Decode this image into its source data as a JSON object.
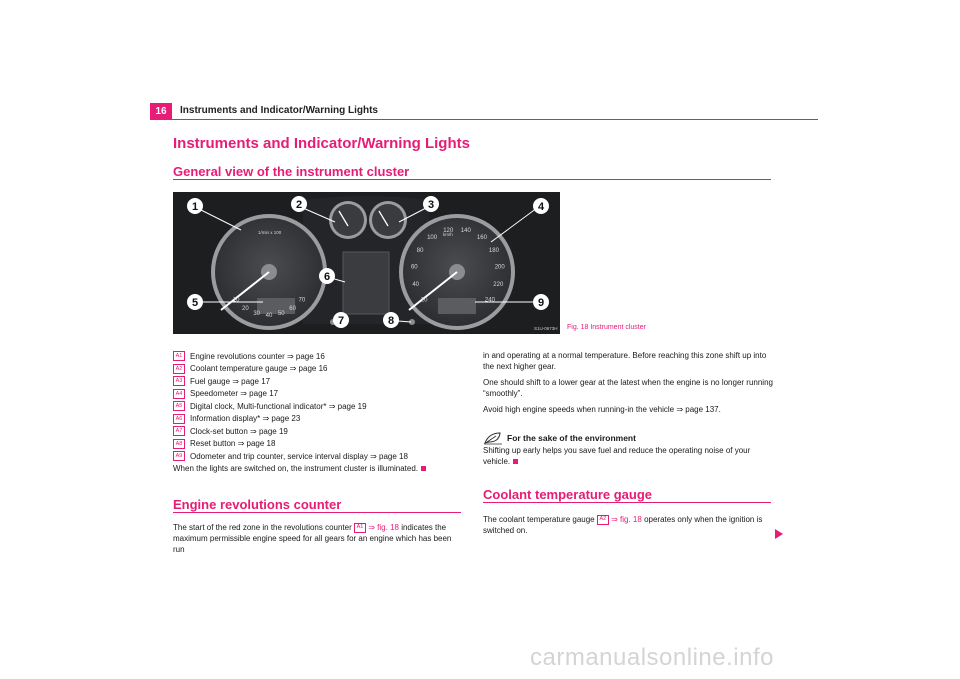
{
  "header": {
    "page_number": "16",
    "running_title": "Instruments and Indicator/Warning Lights"
  },
  "title": "Instruments and Indicator/Warning Lights",
  "section1": {
    "heading": "General view of the instrument cluster"
  },
  "figure": {
    "caption": "Fig. 18  Instrument cluster",
    "code": "S1U-0673H",
    "callouts": [
      "1",
      "2",
      "3",
      "4",
      "5",
      "6",
      "7",
      "8",
      "9"
    ],
    "tacho_label": "1/min x 100",
    "speedo_label": "km/h",
    "tacho_ticks": [
      "10",
      "20",
      "30",
      "40",
      "50",
      "60",
      "70"
    ],
    "speedo_ticks": [
      "20",
      "40",
      "60",
      "80",
      "100",
      "120",
      "140",
      "160",
      "180",
      "200",
      "220",
      "240"
    ]
  },
  "items": [
    {
      "badge": "A1",
      "text": "Engine revolutions counter ⇒ page 16"
    },
    {
      "badge": "A2",
      "text": "Coolant temperature gauge ⇒ page 16"
    },
    {
      "badge": "A3",
      "text": "Fuel gauge ⇒ page 17"
    },
    {
      "badge": "A4",
      "text": "Speedometer ⇒ page 17"
    },
    {
      "badge": "A5",
      "text": "Digital clock, Multi-functional indicator* ⇒ page 19"
    },
    {
      "badge": "A6",
      "text": "Information display* ⇒ page 23"
    },
    {
      "badge": "A7",
      "text": "Clock-set button ⇒ page 19"
    },
    {
      "badge": "A8",
      "text": "Reset button ⇒ page 18"
    },
    {
      "badge": "A9",
      "text": "Odometer and trip counter, service interval display ⇒ page 18"
    }
  ],
  "lights_note": "When the lights are switched on, the instrument cluster is illuminated.",
  "section2": {
    "heading": "Engine revolutions counter",
    "p1_start": "The start of the red zone in the revolutions counter",
    "p1_badge": "A1",
    "p1_ref": "⇒ fig. 18",
    "p1_end": "indicates the maximum permissible engine speed for all gears for an engine which has been run"
  },
  "col2": {
    "p1": "in and operating at a normal temperature. Before reaching this zone shift up into the next higher gear.",
    "p2": "One should shift to a lower gear at the latest when the engine is no longer running “smoothly”.",
    "p3": "Avoid high engine speeds when running-in the vehicle ⇒ page 137.",
    "env_heading": "For the sake of the environment",
    "env_text": "Shifting up early helps you save fuel and reduce the operating noise of your vehicle."
  },
  "section3": {
    "heading": "Coolant temperature gauge",
    "p_start": "The coolant temperature gauge",
    "p_badge": "A2",
    "p_ref": "⇒ fig. 18",
    "p_end": "operates only when the ignition is switched on."
  },
  "watermark": "carmanualsonline.info",
  "colors": {
    "accent": "#e61c76",
    "cluster_bg": "#1d1e20"
  }
}
